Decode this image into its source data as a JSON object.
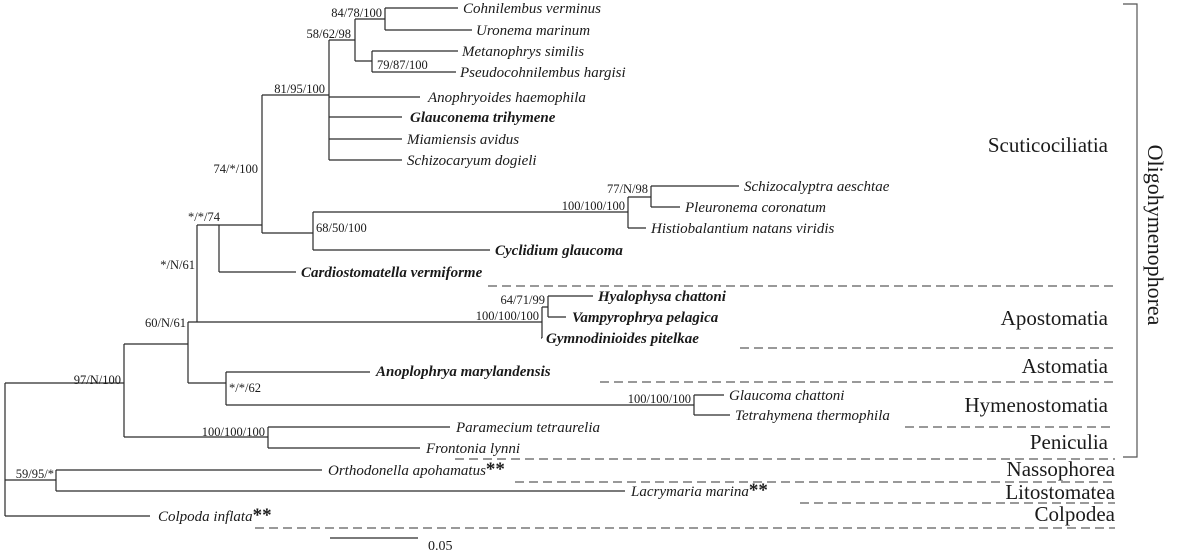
{
  "taxa": [
    {
      "id": "cohnilembus",
      "name": "Cohnilembus verminus",
      "bold": false,
      "stars": ""
    },
    {
      "id": "uronema",
      "name": "Uronema marinum",
      "bold": false,
      "stars": ""
    },
    {
      "id": "metanophrys",
      "name": "Metanophrys similis",
      "bold": false,
      "stars": ""
    },
    {
      "id": "pseudocohnilembus",
      "name": "Pseudocohnilembus hargisi",
      "bold": false,
      "stars": ""
    },
    {
      "id": "anophryoides",
      "name": "Anophryoides haemophila",
      "bold": false,
      "stars": ""
    },
    {
      "id": "glauconema",
      "name": "Glauconema trihymene",
      "bold": true,
      "stars": ""
    },
    {
      "id": "miamiensis",
      "name": "Miamiensis avidus",
      "bold": false,
      "stars": ""
    },
    {
      "id": "schizocaryum",
      "name": "Schizocaryum dogieli",
      "bold": false,
      "stars": ""
    },
    {
      "id": "schizocalyptra",
      "name": "Schizocalyptra aeschtae",
      "bold": false,
      "stars": ""
    },
    {
      "id": "pleuronema",
      "name": "Pleuronema coronatum",
      "bold": false,
      "stars": ""
    },
    {
      "id": "histiobalantium",
      "name": "Histiobalantium natans viridis",
      "bold": false,
      "stars": ""
    },
    {
      "id": "cyclidium",
      "name": "Cyclidium glaucoma",
      "bold": true,
      "stars": ""
    },
    {
      "id": "cardiostomatella",
      "name": "Cardiostomatella vermiforme",
      "bold": true,
      "stars": ""
    },
    {
      "id": "hyalophysa",
      "name": "Hyalophysa chattoni",
      "bold": true,
      "stars": ""
    },
    {
      "id": "vampyrophrya",
      "name": "Vampyrophrya pelagica",
      "bold": true,
      "stars": ""
    },
    {
      "id": "gymnodinioides",
      "name": "Gymnodinioides pitelkae",
      "bold": true,
      "stars": ""
    },
    {
      "id": "anoplophrya",
      "name": "Anoplophrya marylandensis",
      "bold": true,
      "stars": ""
    },
    {
      "id": "glaucoma",
      "name": "Glaucoma chattoni",
      "bold": false,
      "stars": ""
    },
    {
      "id": "tetrahymena",
      "name": "Tetrahymena thermophila",
      "bold": false,
      "stars": ""
    },
    {
      "id": "paramecium",
      "name": "Paramecium tetraurelia",
      "bold": false,
      "stars": ""
    },
    {
      "id": "frontonia",
      "name": "Frontonia lynni",
      "bold": false,
      "stars": ""
    },
    {
      "id": "orthodonella",
      "name": "Orthodonella apohamatus",
      "bold": false,
      "stars": "**"
    },
    {
      "id": "lacrymaria",
      "name": "Lacrymaria marina",
      "bold": false,
      "stars": "**"
    },
    {
      "id": "colpoda",
      "name": "Colpoda inflata",
      "bold": false,
      "stars": "**"
    }
  ],
  "support_values": [
    {
      "id": "s1",
      "text": "84/78/100"
    },
    {
      "id": "s2",
      "text": "58/62/98"
    },
    {
      "id": "s3",
      "text": "79/87/100"
    },
    {
      "id": "s4",
      "text": "81/95/100"
    },
    {
      "id": "s5",
      "text": "77/N/98"
    },
    {
      "id": "s6",
      "text": "100/100/100"
    },
    {
      "id": "s7",
      "text": "74/*/100"
    },
    {
      "id": "s8",
      "text": "68/50/100"
    },
    {
      "id": "s9",
      "text": "*/*/74"
    },
    {
      "id": "s10",
      "text": "*/N/61"
    },
    {
      "id": "s11",
      "text": "64/71/99"
    },
    {
      "id": "s12",
      "text": "100/100/100"
    },
    {
      "id": "s13",
      "text": "60/N/61"
    },
    {
      "id": "s14",
      "text": "*/*/62"
    },
    {
      "id": "s15",
      "text": "97/N/100"
    },
    {
      "id": "s16",
      "text": "100/100/100"
    },
    {
      "id": "s17",
      "text": "100/100/100"
    },
    {
      "id": "s18",
      "text": "59/95/*"
    }
  ],
  "groups": [
    {
      "id": "scuticociliatia",
      "name": "Scuticociliatia"
    },
    {
      "id": "apostomatia",
      "name": "Apostomatia"
    },
    {
      "id": "astomatia",
      "name": "Astomatia"
    },
    {
      "id": "hymenostomatia",
      "name": "Hymenostomatia"
    },
    {
      "id": "peniculia",
      "name": "Peniculia"
    },
    {
      "id": "nassophorea",
      "name": "Nassophorea"
    },
    {
      "id": "litostomatea",
      "name": "Litostomatea"
    },
    {
      "id": "colpodea",
      "name": "Colpodea"
    }
  ],
  "clade_label": "Oligohymenophorea",
  "scale_bar": {
    "label": "0.05",
    "value": 0.05
  }
}
